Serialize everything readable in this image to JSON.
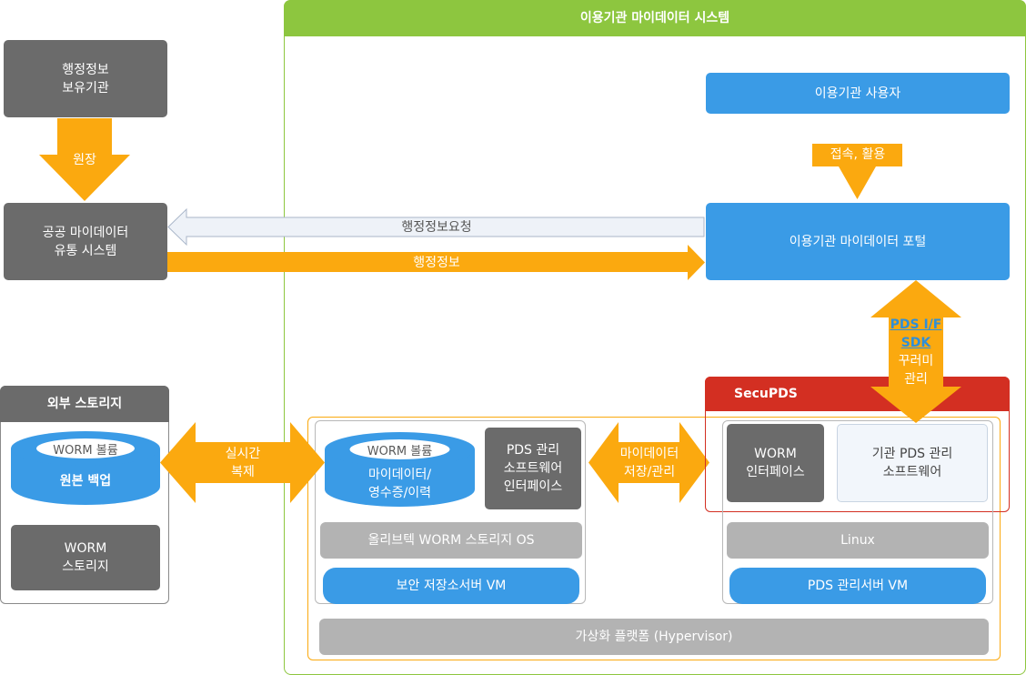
{
  "system_title": "이용기관 마이데이터 시스템",
  "admin_holder": "행정정보\n보유기관",
  "arrow_original": "원장",
  "public_system": "공공 마이데이터\n유통 시스템",
  "request_arrow": "행정정보요청",
  "info_arrow": "행정정보",
  "org_user": "이용기관 사용자",
  "access_arrow": "접속, 활용",
  "org_portal": "이용기관 마이데이터 포털",
  "pds_arrow": {
    "line1": "PDS I/F",
    "line2": "SDK",
    "line3": "꾸러미\n관리"
  },
  "external_storage": {
    "title": "외부 스토리지",
    "cyl_label": "WORM 볼륨",
    "cyl_text": "원본 백업",
    "worm_storage": "WORM\n스토리지"
  },
  "replication_arrow": "실시간\n복제",
  "secure_server": {
    "cyl_label": "WORM 볼륨",
    "cyl_text": "마이데이터/\n영수증/이력",
    "pds_sw": "PDS 관리\n소프트웨어\n인터페이스",
    "os_bar": "올리브텍 WORM 스토리지  OS",
    "vm_bar": "보안 저장소서버  VM"
  },
  "mydata_arrow": "마이데이터\n저장/관리",
  "secupds": {
    "title": "SecuPDS",
    "worm_if": "WORM\n인터페이스",
    "org_pds_sw": "기관 PDS 관리\n소프트웨어",
    "linux_bar": "Linux",
    "vm_bar": "PDS 관리서버 VM"
  },
  "hypervisor_bar": "가상화 플랫폼 (Hypervisor)",
  "colors": {
    "green": "#8dc63f",
    "orange": "#fba90f",
    "blue": "#3a9be6",
    "red": "#d32f22",
    "grey_dark": "#6b6b6b",
    "grey_light": "#b3b3b3"
  }
}
